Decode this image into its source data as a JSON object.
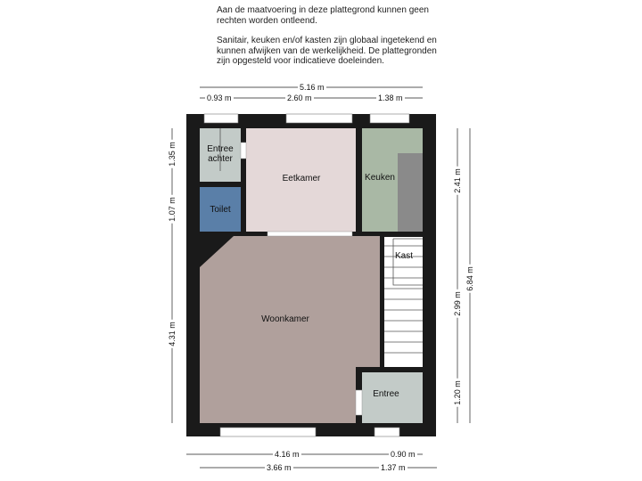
{
  "disclaimer": {
    "p1": "Aan de maatvoering in deze  plattegrond kunnen geen rechten worden ontleend.",
    "p2": "Sanitair, keuken en/of kasten zijn globaal ingetekend en kunnen afwijken van de werkelijkheid. De plattegronden zijn opgesteld voor indicatieve doeleinden."
  },
  "rooms": {
    "entree_achter": "Entree achter",
    "toilet": "Toilet",
    "eetkamer": "Eetkamer",
    "keuken": "Keuken",
    "kast": "Kast",
    "woonkamer": "Woonkamer",
    "entree": "Entree"
  },
  "dimensions": {
    "top_total": "5.16 m",
    "top_a": "0.93 m",
    "top_b": "2.60 m",
    "top_c": "1.38 m",
    "left_a": "1.35 m",
    "left_b": "1.07 m",
    "left_c": "4.31 m",
    "right_a": "2.41 m",
    "right_b": "2.99 m",
    "right_c": "1.20 m",
    "right_total": "6.84 m",
    "bottom_a": "4.16 m",
    "bottom_b": "0.90 m",
    "bottom_c": "3.66 m",
    "bottom_d": "1.37 m"
  },
  "colors": {
    "wall": "#1a1a1a",
    "entree_achter": "#c3cbc8",
    "toilet": "#5a7fa8",
    "eetkamer": "#e4d8d8",
    "keuken": "#a9b8a5",
    "keuken_counter": "#8a8a8a",
    "woonkamer": "#b0a09c",
    "entree": "#c3cbc8",
    "stairs": "#ffffff"
  }
}
